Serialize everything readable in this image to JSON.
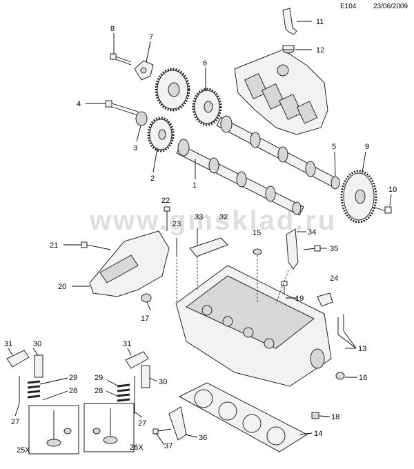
{
  "header": {
    "code": "E104",
    "date": "23/06/2009"
  },
  "watermark": "www.gmsklad.ru",
  "labels": {
    "l1": "1",
    "l2": "2",
    "l3": "3",
    "l4": "4",
    "l5": "5",
    "l6": "6",
    "l7": "7",
    "l8": "8",
    "l9": "9",
    "l10": "10",
    "l11": "11",
    "l12": "12",
    "l13": "13",
    "l14": "14",
    "l15": "15",
    "l16": "16",
    "l17": "17",
    "l18": "18",
    "l19": "19",
    "l20": "20",
    "l21": "21",
    "l22": "22",
    "l23": "23",
    "l24": "24",
    "l25x": "25X",
    "l26x": "26X",
    "l27a": "27",
    "l27b": "27",
    "l28a": "28",
    "l28b": "28",
    "l29a": "29",
    "l29b": "29",
    "l30a": "30",
    "l30b": "30",
    "l31a": "31",
    "l31b": "31",
    "l32": "32",
    "l33": "33",
    "l34": "34",
    "l35": "35",
    "l36": "36",
    "l37": "37"
  }
}
